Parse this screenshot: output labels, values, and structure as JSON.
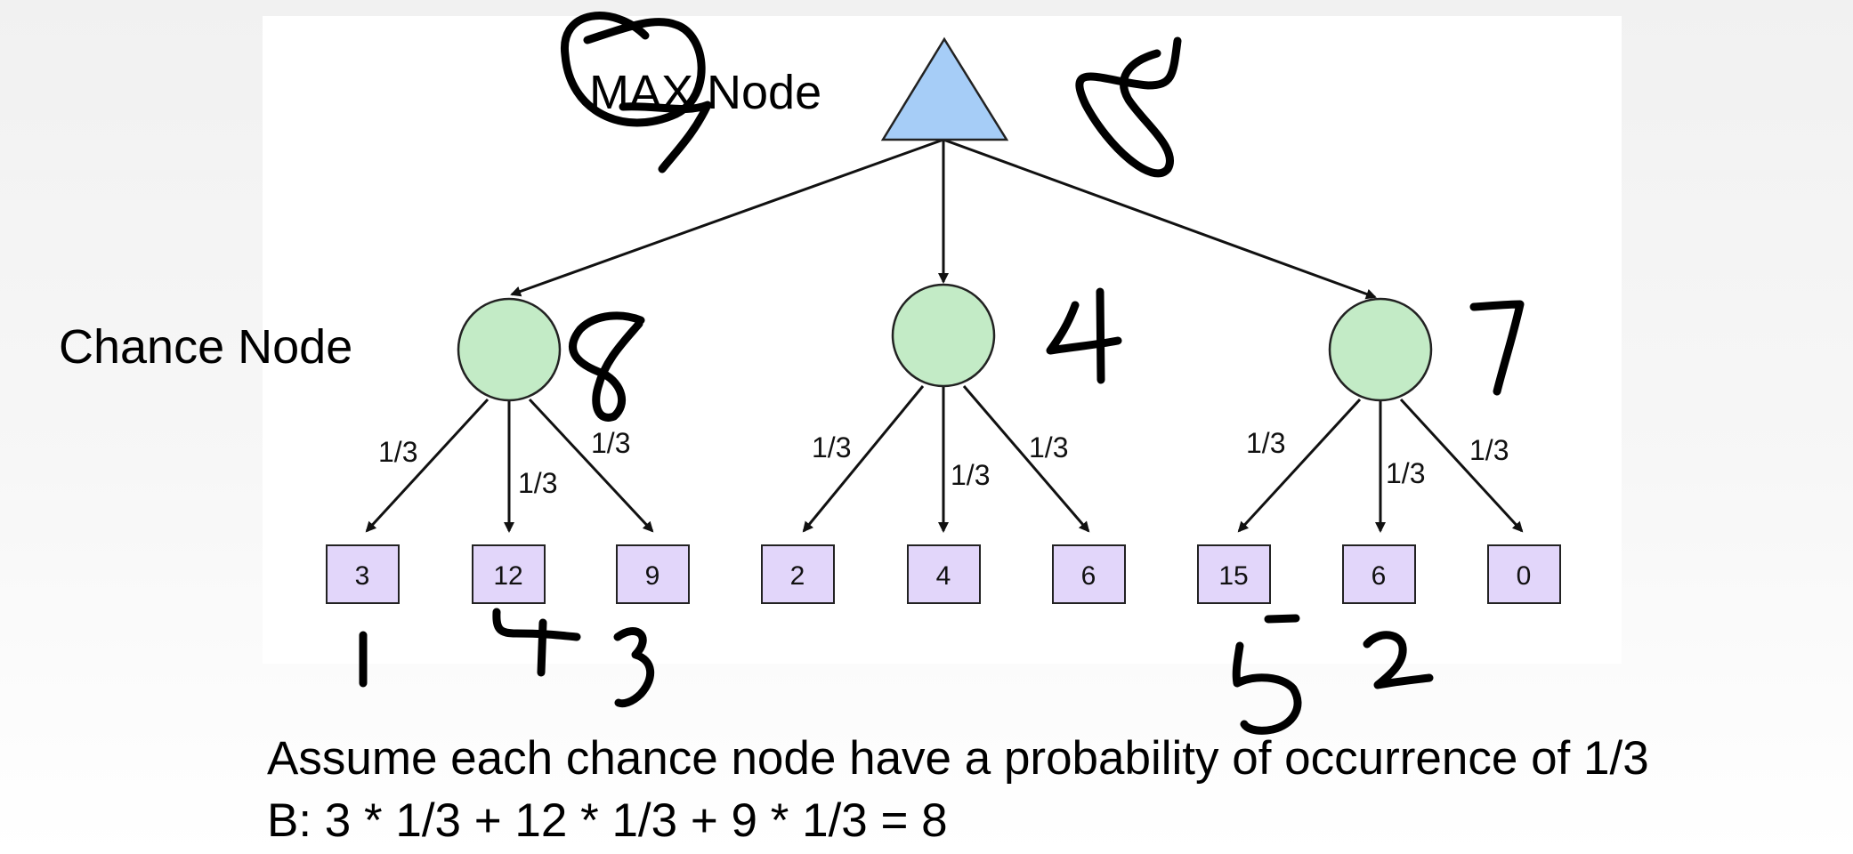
{
  "labels": {
    "max_node": "MAX Node",
    "chance_node": "Chance Node"
  },
  "probabilities": [
    "1/3",
    "1/3",
    "1/3",
    "1/3",
    "1/3",
    "1/3",
    "1/3",
    "1/3",
    "1/3"
  ],
  "leaves": [
    "3",
    "12",
    "9",
    "2",
    "4",
    "6",
    "15",
    "6",
    "0"
  ],
  "handwritten": {
    "max_annotation": "9",
    "max_value": "8",
    "chance_values": [
      "8",
      "4",
      "7"
    ],
    "leaf_products": [
      "1",
      "4",
      "3",
      "5",
      "2"
    ]
  },
  "text": {
    "assumption": "Assume each chance node have a probability of occurrence of 1/3",
    "calculation": "B: 3 * 1/3 + 12 * 1/3 + 9 * 1/3 = 8"
  },
  "colors": {
    "max_node_fill": "#a6cdf7",
    "chance_node_fill": "#c3ebc6",
    "leaf_fill": "#e2d6fa"
  }
}
